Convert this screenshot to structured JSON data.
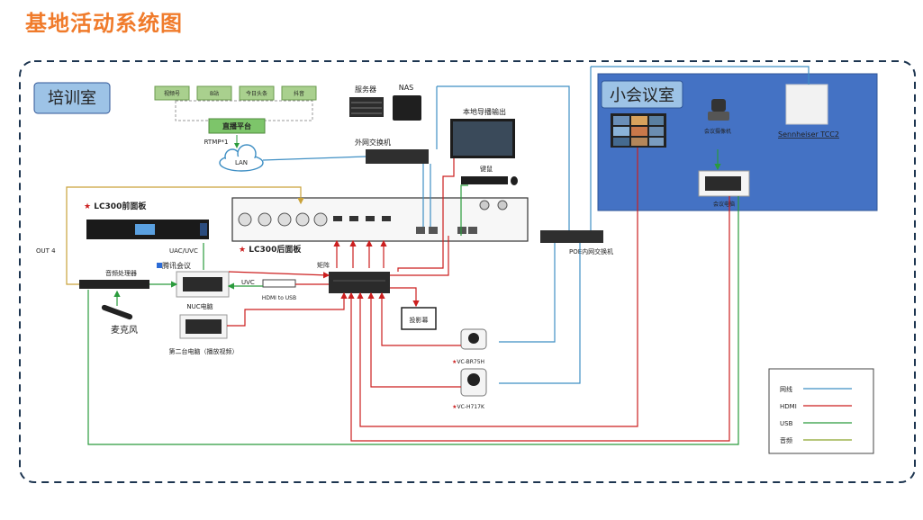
{
  "title": "基地活动系统图",
  "rooms": {
    "training": "培训室",
    "meeting": "小会议室"
  },
  "platforms": [
    "视频号",
    "B站",
    "今日头条",
    "抖音"
  ],
  "live_platform": "直播平台",
  "rtmp": "RTMP*1",
  "lan": "LAN",
  "server": "服务器",
  "nas": "NAS",
  "wan_switch": "外网交换机",
  "local_monitor": "本地导播输出",
  "keyboard": "键鼠",
  "lc300_front": "LC300前面板",
  "lc300_back": "LC300后面板",
  "uac_uvc": "UAC/UVC",
  "out4": "OUT 4",
  "tencent": "腾讯会议",
  "audio_processor": "音频处理器",
  "matrix": "矩阵",
  "uvc": "UVC",
  "hdmi_to_usb": "HDMI to USB",
  "nuc": "NUC电脑",
  "mic": "麦克风",
  "second_pc": "第二台电脑（播放视频）",
  "projector": "投影幕",
  "cam1": "VC-BR75H",
  "cam2": "VC-H717K",
  "poe_switch": "POE内网交换机",
  "meeting_camera": "会议摄像机",
  "sennheiser": "Sennheiser TCC2",
  "meeting_pc": "会议电脑",
  "legend": [
    {
      "label": "网线",
      "color": "#3f8fc4"
    },
    {
      "label": "HDMI",
      "color": "#cc1f1f"
    },
    {
      "label": "USB",
      "color": "#2a9b3c"
    },
    {
      "label": "音频",
      "color": "#8aa52a"
    }
  ],
  "colors": {
    "lan": "#3f8fc4",
    "hdmi": "#cc1f1f",
    "usb": "#2a9b3c",
    "audio": "#c9a23a",
    "room_blue": "#4472c4",
    "title": "#f07b2b"
  }
}
